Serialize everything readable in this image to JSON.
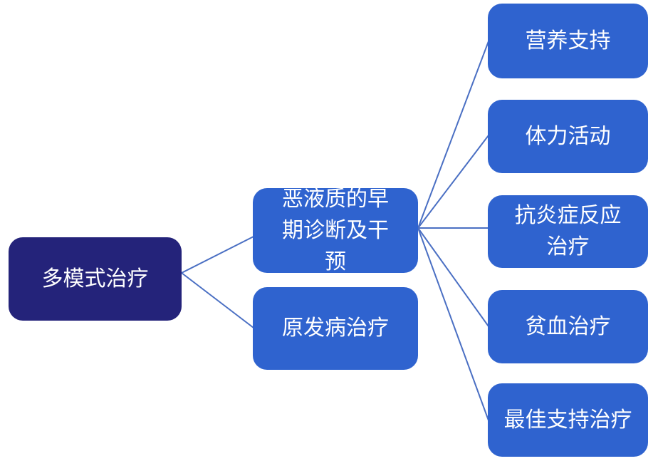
{
  "colors": {
    "root": "#24237a",
    "node": "#2f63cf",
    "line": "#4a6fc3"
  },
  "root": {
    "label": "多模式治疗"
  },
  "middle": [
    {
      "label": "恶液质的早期诊断及干预"
    },
    {
      "label": "原发病治疗"
    }
  ],
  "leaves": [
    {
      "label": "营养支持"
    },
    {
      "label": "体力活动"
    },
    {
      "label": "抗炎症反应治疗"
    },
    {
      "label": "贫血治疗"
    },
    {
      "label": "最佳支持治疗"
    }
  ]
}
